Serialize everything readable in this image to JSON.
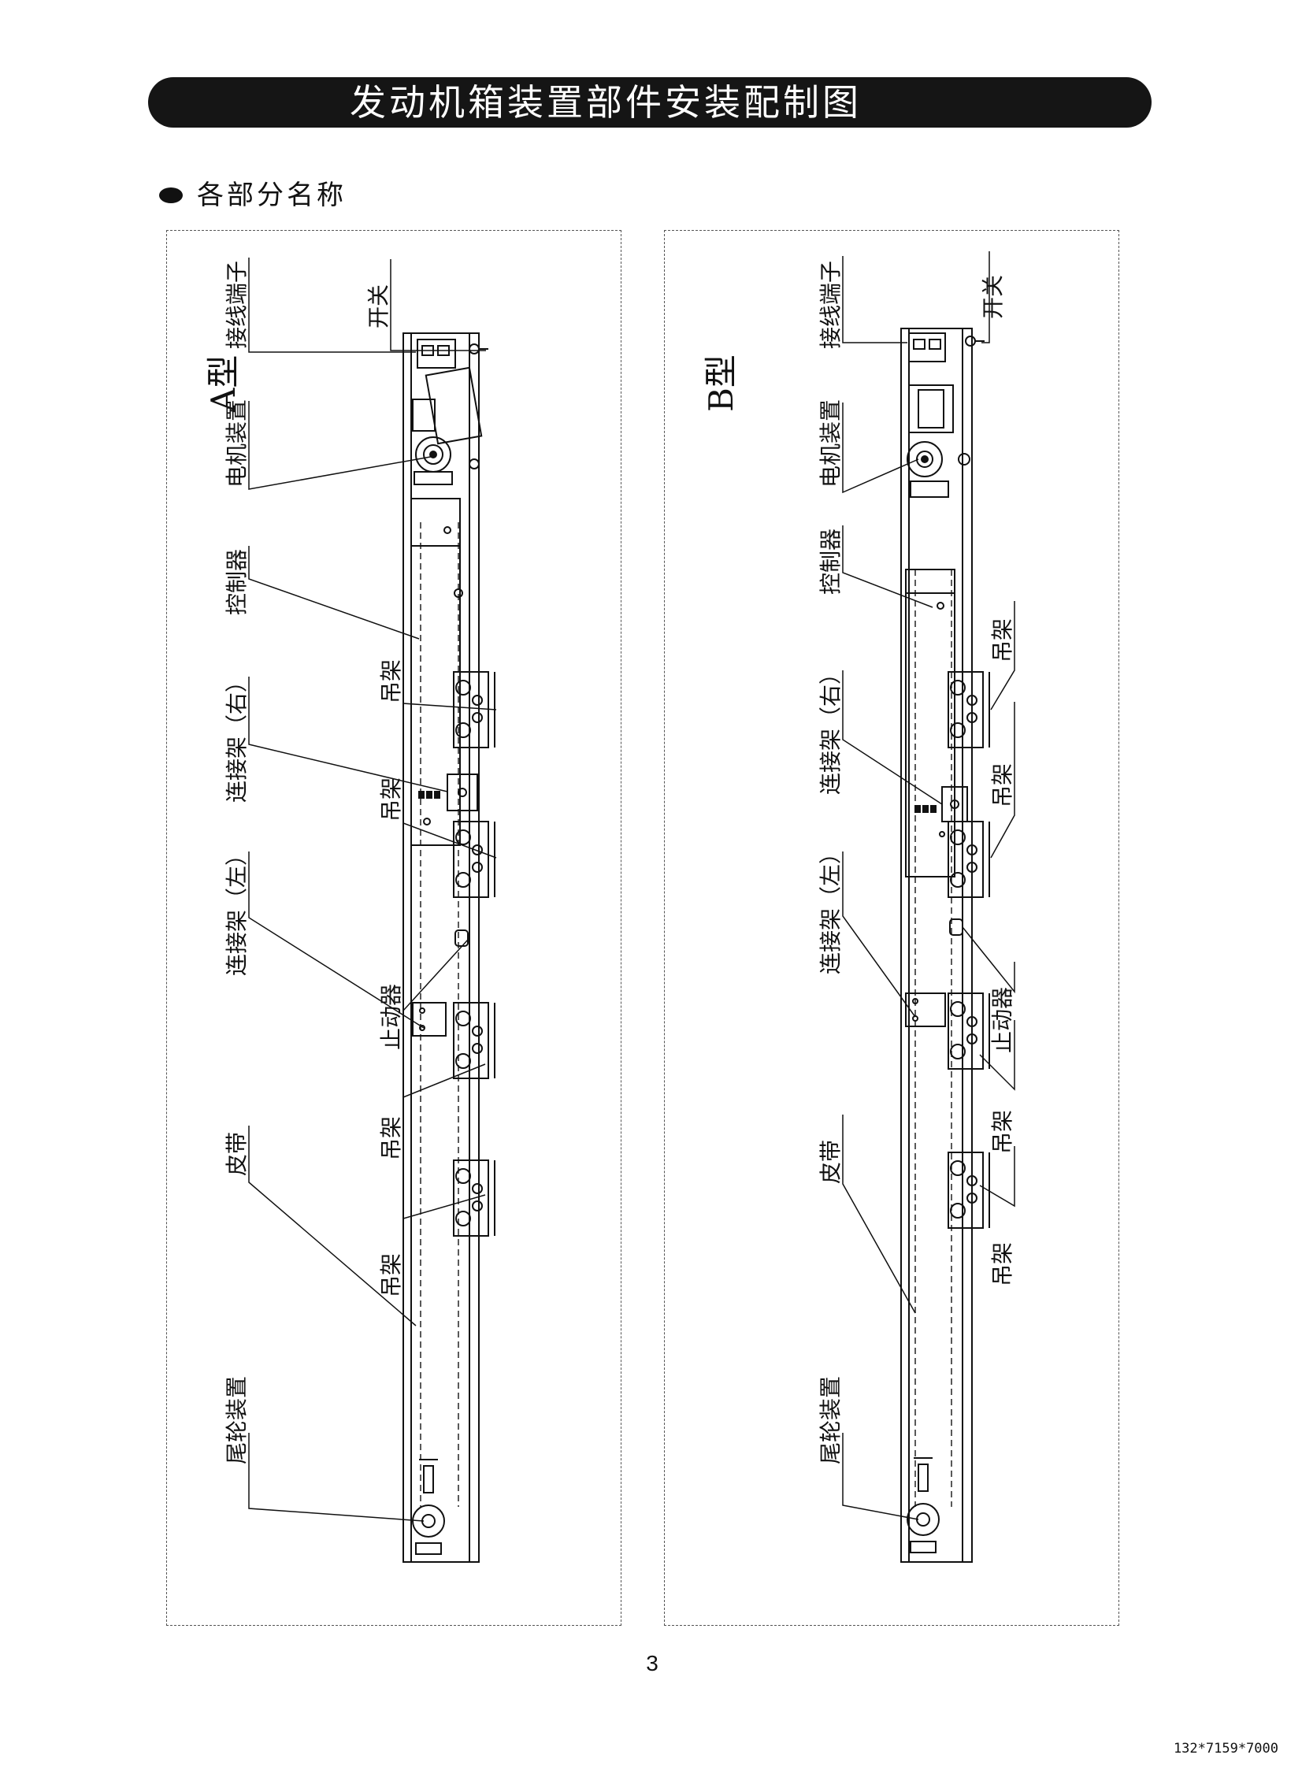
{
  "header": {
    "title": "发动机箱装置部件安装配制图"
  },
  "section": {
    "title": "各部分名称"
  },
  "panels": [
    {
      "id": "a",
      "type_label": "A型",
      "labels": {
        "terminal": "接线端子",
        "switch": "开关",
        "motor": "电机装置",
        "controller": "控制器",
        "connector_right": "连接架（右）",
        "connector_left": "连接架（左）",
        "hanger": "吊架",
        "stopper": "止动器",
        "belt": "皮带",
        "tail_wheel": "尾轮装置"
      }
    },
    {
      "id": "b",
      "type_label": "B型",
      "labels": {
        "terminal": "接线端子",
        "switch": "开关",
        "motor": "电机装置",
        "controller": "控制器",
        "connector_right": "连接架（右）",
        "connector_left": "连接架（左）",
        "hanger": "吊架",
        "stopper": "止动器",
        "belt": "皮带",
        "tail_wheel": "尾轮装置"
      }
    }
  ],
  "footer": {
    "page_number": "3",
    "code": "132*7159*7000"
  }
}
